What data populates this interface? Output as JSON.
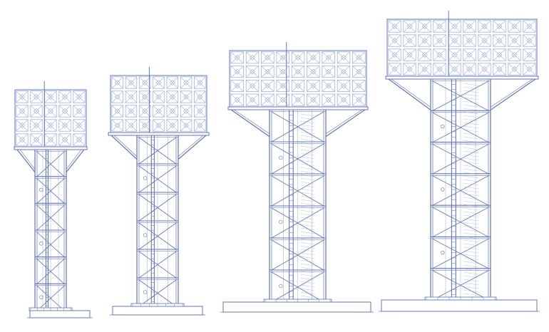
{
  "drawing": {
    "line_color": "#5f76b8",
    "light_color": "#9aaad6",
    "towers": [
      {
        "name": "tower-small",
        "panel_cols": 5,
        "panel_rows": 4,
        "bracing_bays": 6
      },
      {
        "name": "tower-medium",
        "panel_cols": 7,
        "panel_rows": 4,
        "bracing_bays": 6
      },
      {
        "name": "tower-large",
        "panel_cols": 9,
        "panel_rows": 4,
        "bracing_bays": 6
      },
      {
        "name": "tower-xlarge",
        "panel_cols": 10,
        "panel_rows": 4,
        "bracing_bays": 7
      }
    ]
  }
}
